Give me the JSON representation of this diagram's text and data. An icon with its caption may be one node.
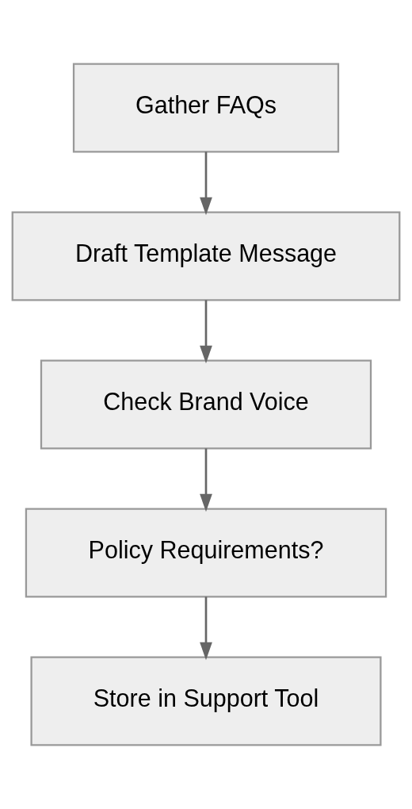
{
  "diagram": {
    "nodes": [
      {
        "text": [
          "Gather FAQs"
        ]
      },
      {
        "text": [
          "Draft Template Message"
        ]
      },
      {
        "text": [
          "Check Brand Voice"
        ]
      },
      {
        "text": [
          "Policy Requirements?"
        ]
      },
      {
        "text": [
          "Store in Support Tool"
        ]
      }
    ],
    "edges": [
      {
        "from": 0,
        "to": 1,
        "arrow": "to"
      },
      {
        "from": 1,
        "to": 2,
        "arrow": "to"
      },
      {
        "from": 2,
        "to": 3,
        "arrow": "to"
      },
      {
        "from": 3,
        "to": 4,
        "arrow": "to"
      }
    ]
  }
}
